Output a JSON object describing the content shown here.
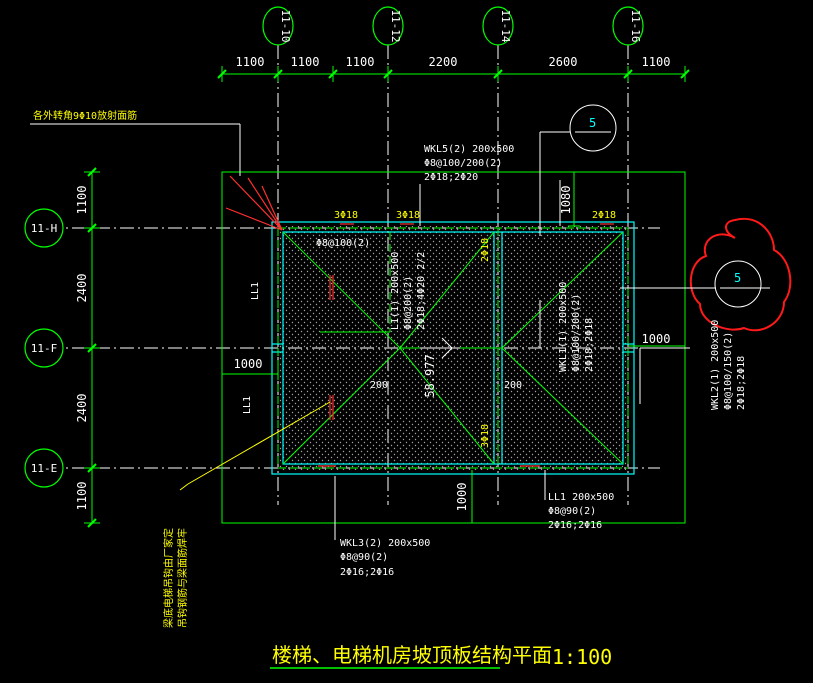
{
  "axes_top": [
    "11-10",
    "11-12",
    "11-14",
    "11-16"
  ],
  "axes_left": [
    "11-H",
    "11-F",
    "11-E"
  ],
  "top_dimensions": [
    "1100",
    "1100",
    "1100",
    "2200",
    "2600",
    "1100"
  ],
  "left_dimensions": [
    "1100",
    "2400",
    "2400",
    "1100"
  ],
  "inner_dimensions": {
    "d1080": "1080",
    "d1000_left": "1000",
    "d1000_right": "1000",
    "d1000_bottom": "1000",
    "d200_a": "200",
    "d200_b": "200"
  },
  "detail_marks": {
    "top": "5",
    "right": "5"
  },
  "elevation": "58.977",
  "annotations": {
    "corner_note": "各外转角9Φ10放射面筋",
    "wkl5_1": "WKL5(2) 200x500",
    "wkl5_2": "Φ8@100/200(2)",
    "wkl5_3": "2Φ18;2Φ20",
    "bar_3_18_a": "3Φ18",
    "bar_3_18_b": "3Φ18",
    "bar_2_18_top": "2Φ18",
    "stirrup_100": "Φ8@100(2)",
    "l1_1": "L1(1) 200x500",
    "l1_2": "Φ8@200(2)",
    "l1_3": "2Φ18;4Φ20 2/2",
    "bar_2_18_mid": "2Φ18",
    "bar_3_18_low": "3Φ18",
    "wkl1_1": "WKL1(1) 200x500",
    "wkl1_2": "Φ8@100/200(2)",
    "wkl1_3": "2Φ18;2Φ18",
    "wkl2_1": "WKL2(1) 200x500",
    "wkl2_2": "Φ8@100/150(2)",
    "wkl2_3": "2Φ18;2Φ18",
    "ll1_a": "LL1",
    "ll1_b": "LL1",
    "ll1_bottom_1": "LL1 200x500",
    "ll1_bottom_2": "Φ8@90(2)",
    "ll1_bottom_3": "2Φ16;2Φ16",
    "wkl3_1": "WKL3(2) 200x500",
    "wkl3_2": "Φ8@90(2)",
    "wkl3_3": "2Φ16;2Φ16",
    "hoist_note_1": "梁底电梯吊钩由厂家定",
    "hoist_note_2": "吊钩钢筋与梁面筋焊牢"
  },
  "title": "楼梯、电梯机房坡顶板结构平面",
  "scale": "1:100",
  "colors": {
    "background": "#000000",
    "grid": "#00ff00",
    "beam": "#00ffff",
    "text": "#ffffff",
    "note": "#ffff00",
    "markup": "#ff0000"
  }
}
